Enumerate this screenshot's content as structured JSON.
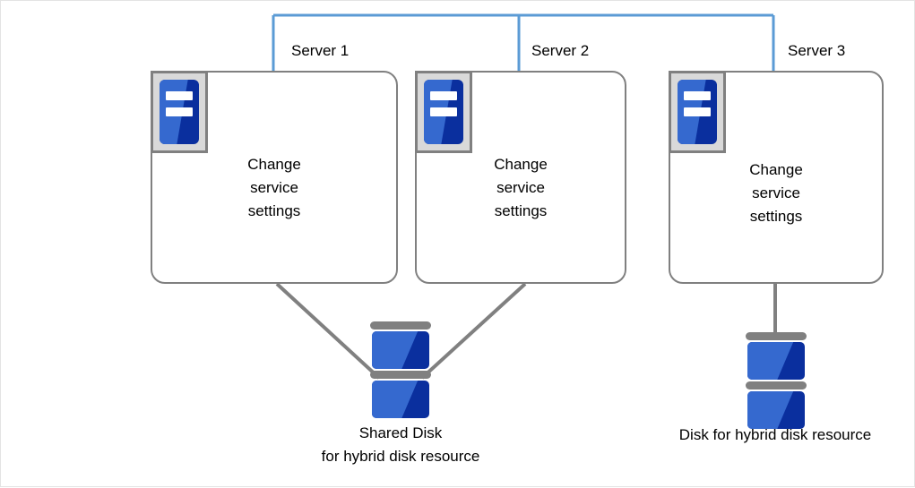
{
  "diagram": {
    "title": "Hybrid disk resource server and disk configuration",
    "colors": {
      "network_line": "#5B9BD5",
      "box_border": "#808080",
      "connector_line": "#808080",
      "icon_frame_fill": "#D9D9D9",
      "icon_frame_border": "#808080",
      "disk_light_blue": "#3569CF",
      "disk_dark_blue": "#0A2F9E",
      "text": "#000000",
      "background": "#FFFFFF"
    },
    "servers": [
      {
        "tag": "Server 1",
        "body": "Change\nservice\nsettings",
        "icon": "server-icon"
      },
      {
        "tag": "Server 2",
        "body": "Change\nservice\nsettings",
        "icon": "server-icon"
      },
      {
        "tag": "Server 3",
        "body": "Change\nservice\nsettings",
        "icon": "server-icon"
      }
    ],
    "disks": [
      {
        "caption": "Shared Disk\nfor hybrid disk resource",
        "icon": "disk-stack-icon"
      },
      {
        "caption": "Disk for hybrid disk resource",
        "icon": "disk-stack-icon"
      }
    ]
  }
}
